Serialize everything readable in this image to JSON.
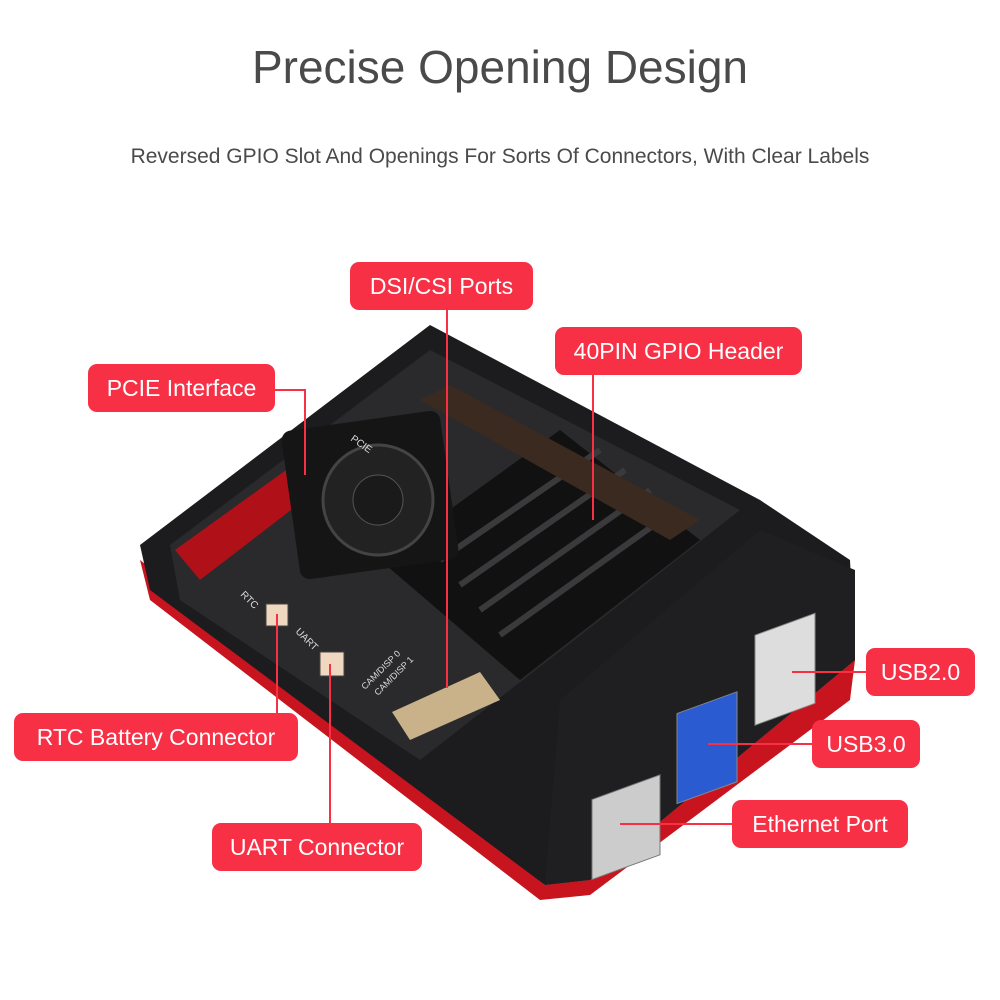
{
  "header": {
    "title": "Precise Opening Design",
    "subtitle": "Reversed GPIO Slot And Openings For Sorts Of Connectors, With Clear Labels"
  },
  "labels": {
    "dsi_csi": "DSI/CSI Ports",
    "gpio": "40PIN GPIO Header",
    "pcie": "PCIE Interface",
    "rtc": "RTC Battery Connector",
    "uart": "UART Connector",
    "usb2": "USB2.0",
    "usb3": "USB3.0",
    "ethernet": "Ethernet Port"
  },
  "board_silkscreen": {
    "pcie": "PCIE",
    "rtc": "RTC",
    "uart": "UART",
    "cam0": "CAM/DISP 0",
    "cam1": "CAM/DISP 1"
  },
  "colors": {
    "accent": "#f73045",
    "case_red": "#c8141e",
    "case_black": "#1c1c1e"
  }
}
